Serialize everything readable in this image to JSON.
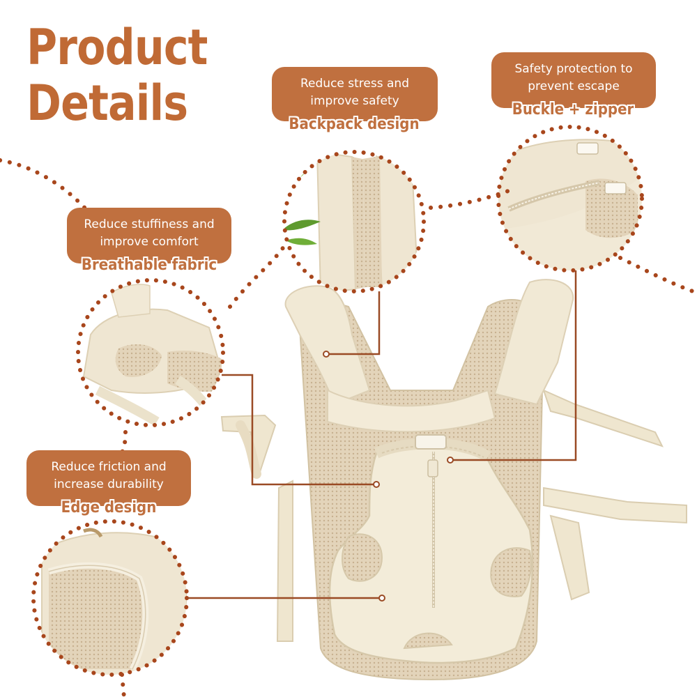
{
  "title": {
    "line1": "Product",
    "line2": "Details"
  },
  "features": [
    {
      "id": "backpack",
      "desc_line1": "Reduce stress and",
      "desc_line2": "improve safety",
      "name": "Backpack design"
    },
    {
      "id": "buckle",
      "desc_line1": "Safety protection to",
      "desc_line2": "prevent escape",
      "name": "Buckle + zipper"
    },
    {
      "id": "breathable",
      "desc_line1": "Reduce stuffiness and",
      "desc_line2": "improve comfort",
      "name": "Breathable fabric"
    },
    {
      "id": "edge",
      "desc_line1": "Reduce friction and",
      "desc_line2": "increase durability",
      "name": "Edge design"
    }
  ],
  "colors": {
    "accent": "#c0703f",
    "title": "#c06a35",
    "dots": "#a8461c",
    "connector": "#9a4a24",
    "caption_fill": "#c0703f",
    "caption_outline": "#ffffff",
    "fabric": "#efe6d2",
    "mesh": "#d9c8ab"
  }
}
